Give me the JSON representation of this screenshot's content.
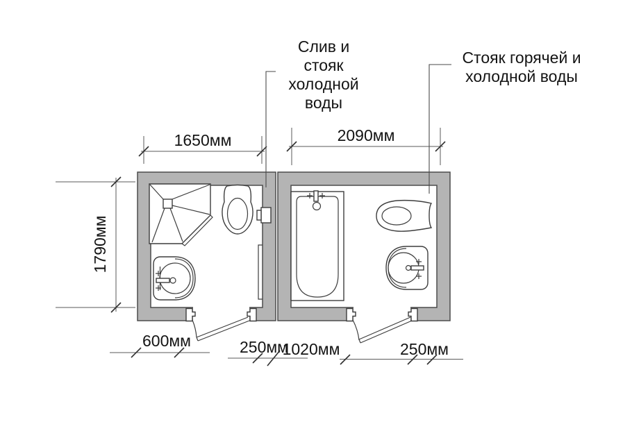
{
  "title": "Two-bathroom plumbing floor plan",
  "labels": {
    "left_riser": {
      "lines": [
        "Слив и",
        "стояк",
        "холодной",
        "воды"
      ]
    },
    "right_riser": {
      "lines": [
        "Стояк горячей и",
        "холодной воды"
      ]
    }
  },
  "dimensions": {
    "left_room_width": "1650мм",
    "right_room_width": "2090мм",
    "room_depth": "1790мм",
    "bottom_left": "600мм",
    "bottom_mid_left": "250мм",
    "bottom_mid": "1020мм",
    "bottom_right": "250мм"
  },
  "fixtures": {
    "left_room": [
      "corner-shower",
      "toilet",
      "wall-connection-box",
      "towel-rail",
      "washbasin",
      "door"
    ],
    "right_room": [
      "bathtub",
      "toilet",
      "washbasin",
      "door"
    ]
  },
  "colors": {
    "background": "#ffffff",
    "wall_fill": "#b4b4b4",
    "wall_stroke": "#4c4c4c",
    "fixture_stroke": "#3d3d3d",
    "dimension_line": "#5a5a5a",
    "text": "#141414"
  }
}
